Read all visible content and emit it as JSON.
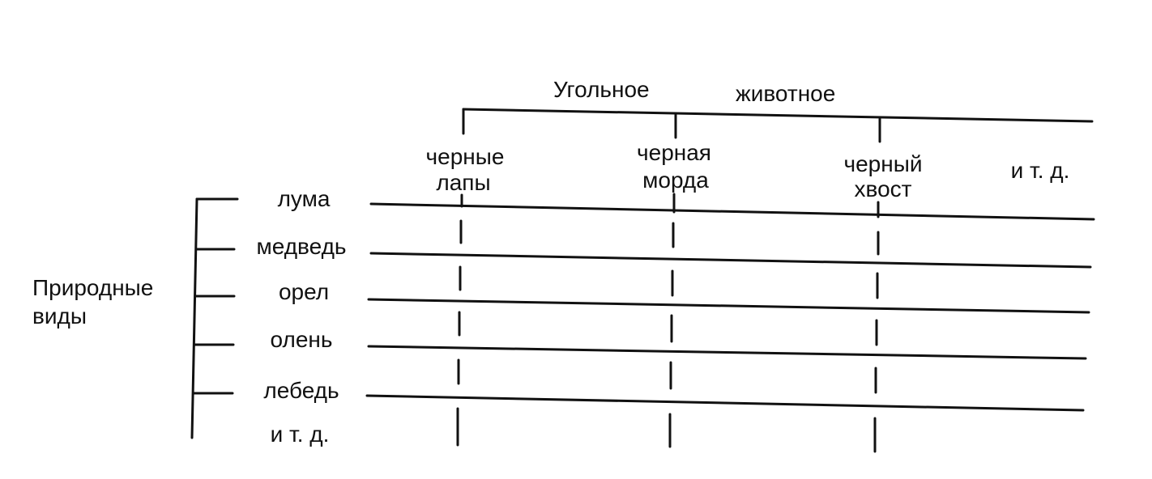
{
  "top_group": {
    "label_part1": "Угольное",
    "label_part2": "животное"
  },
  "features": [
    {
      "line1": "черные",
      "line2": "лапы"
    },
    {
      "line1": "черная",
      "line2": "морда"
    },
    {
      "line1": "черный",
      "line2": "хвост"
    }
  ],
  "features_etc": "и т. д.",
  "left_group": {
    "label_line1": "Природные",
    "label_line2": "виды"
  },
  "species": [
    "лума",
    "медведь",
    "орел",
    "олень",
    "лебедь"
  ],
  "species_etc": "и т. д."
}
